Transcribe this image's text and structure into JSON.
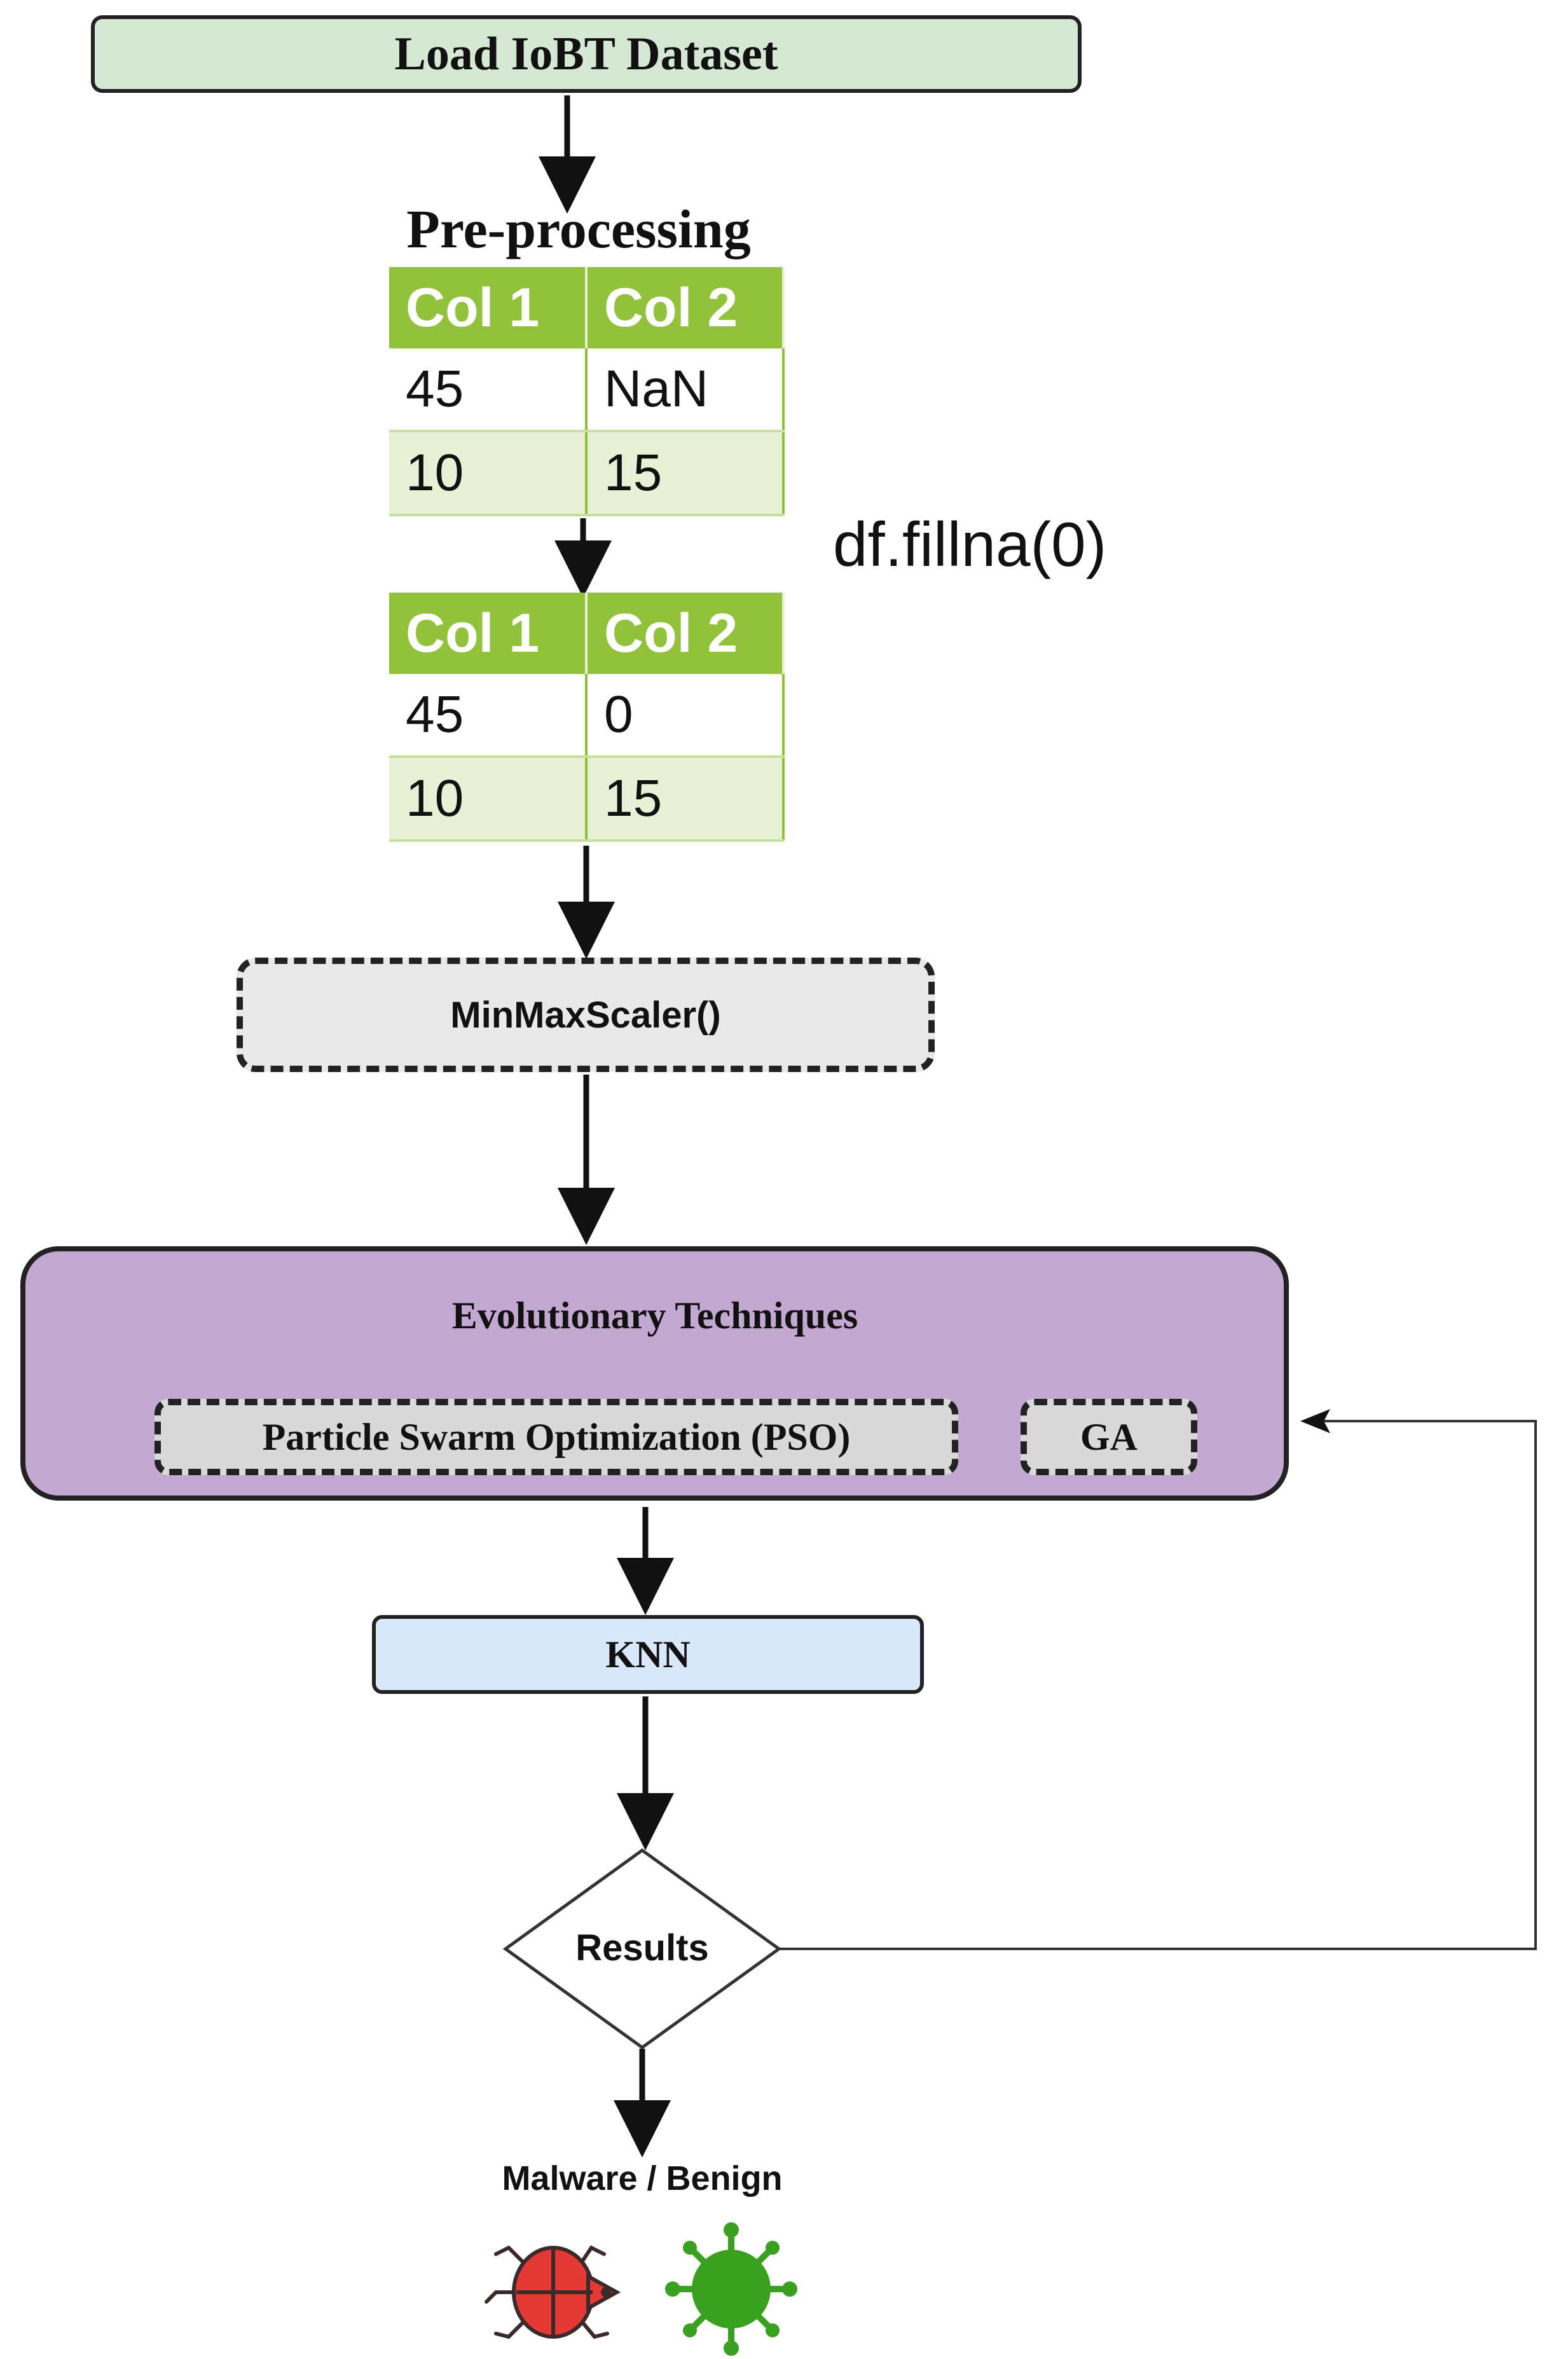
{
  "load_step": {
    "label": "Load IoBT Dataset"
  },
  "preprocessing": {
    "title": "Pre-processing",
    "table_before": {
      "headers": [
        "Col 1",
        "Col 2"
      ],
      "rows": [
        [
          "45",
          "NaN"
        ],
        [
          "10",
          "15"
        ]
      ]
    },
    "operation": "df.fillna(0)",
    "table_after": {
      "headers": [
        "Col 1",
        "Col 2"
      ],
      "rows": [
        [
          "45",
          "0"
        ],
        [
          "10",
          "15"
        ]
      ]
    }
  },
  "scaler": {
    "label": "MinMaxScaler()"
  },
  "evolutionary": {
    "title": "Evolutionary Techniques",
    "methods": [
      "Particle Swarm Optimization (PSO)",
      "GA"
    ]
  },
  "classifier": {
    "label": "KNN"
  },
  "decision": {
    "label": "Results"
  },
  "outcome": {
    "label": "Malware / Benign",
    "icons": [
      "malware-bug-icon",
      "benign-virus-icon"
    ],
    "colors": {
      "malware": "#e53935",
      "benign": "#3aa020"
    }
  },
  "colors": {
    "load_fill": "#d5e8d4",
    "table_header": "#92c13c",
    "table_stripe": "#e8f1d6",
    "scaler_fill": "#e9e9e9",
    "evo_fill": "#c3a8d1",
    "method_fill": "#d9d9d9",
    "knn_fill": "#dae8fc"
  }
}
